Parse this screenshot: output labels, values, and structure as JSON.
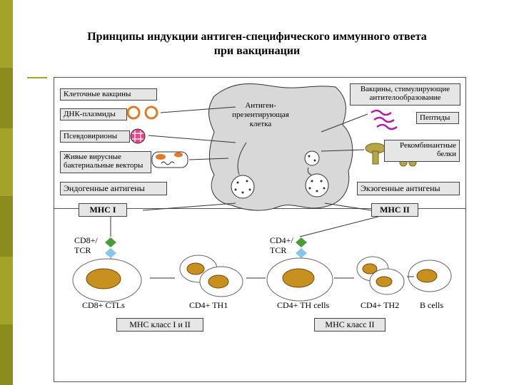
{
  "title": {
    "line1": "Принципы индукции антиген-специфического иммунного ответа",
    "line2": "при вакцинации"
  },
  "left_boxes": {
    "cell_vaccines": "Клеточные вакцины",
    "dna_plasmids": "ДНК-плазмиды",
    "pseudovirions": "Псевдовирионы",
    "live_vectors_1": "Живые вирусные",
    "live_vectors_2": "бактериальные векторы",
    "endogenous": "Эндогенные антигены"
  },
  "right_boxes": {
    "antibody_vaccines_1": "Вакцины, стимулирующие",
    "antibody_vaccines_2": "антителообразование",
    "peptides": "Пептиды",
    "recombinant_1": "Рекомбинантные",
    "recombinant_2": "белки",
    "exogenous": "Экзогенные антигены"
  },
  "apc": {
    "line1": "Антиген-",
    "line2": "презентирующая",
    "line3": "клетка"
  },
  "mhc": {
    "class1": "МНС I",
    "class2": "МНС II",
    "class1_and_2": "МНС класс I и II",
    "class2_bottom": "МНС класс II"
  },
  "receptors": {
    "cd8_1": "CD8+/",
    "cd8_2": "TCR",
    "cd4_1": "CD4+/",
    "cd4_2": "TCR"
  },
  "cells": {
    "cd8_ctls": "CD8+ CTLs",
    "cd4_th1": "CD4+ TH1",
    "cd4_th_cells": "CD4+ TH cells",
    "cd4_th2": "CD4+ TH2",
    "b_cells": "B cells"
  },
  "colors": {
    "sidebar": "#8b8b1e",
    "sidebar_accent": "#a3a32a",
    "box_fill": "#e6e6e6",
    "apc_fill": "#d8d8d8",
    "nucleus": "#c8901e",
    "plasmid": "#e07b2a",
    "peptide": "#b01aa5",
    "protein": "#b5a648",
    "receptor_green": "#4d9a3c",
    "receptor_blue": "#86c6e8"
  }
}
